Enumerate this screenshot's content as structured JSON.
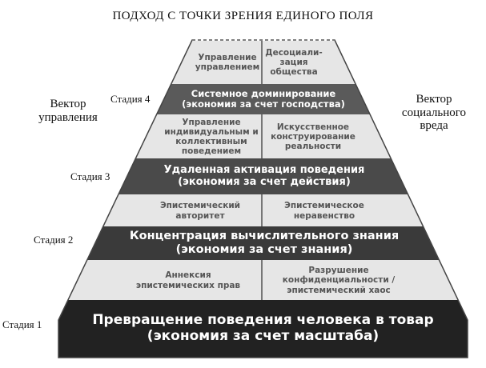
{
  "title": "ПОДХОД С ТОЧКИ ЗРЕНИЯ ЕДИНОГО ПОЛЯ",
  "left_axis": "Вектор управления",
  "right_axis": "Вектор социального вреда",
  "stages": [
    {
      "label": "Стадия 4",
      "band": [
        "Системное доминирование",
        "(экономия за счет господства)"
      ],
      "left": "Управление управлением",
      "right": "Десоциали-зация общества"
    },
    {
      "label": "Стадия 3",
      "band": [
        "Удаленная активация поведения",
        "(экономия за счет действия)"
      ],
      "left": "Управление индивидуальным и коллективным поведением",
      "right": "Искусственное конструирование реальности"
    },
    {
      "label": "Стадия 2",
      "band": [
        "Концентрация вычислительного знания",
        "(экономия за счет знания)"
      ],
      "left": "Эпистемический авторитет",
      "right": "Эпистемическое неравенство"
    },
    {
      "label": "Стадия 1",
      "band": [
        "Превращение поведения человека в товар",
        "(экономия за счет масштаба)"
      ],
      "left": "Аннексия эпистемических прав",
      "right": "Разрушение конфиденциальности / эпистемический хаос"
    }
  ],
  "colors": {
    "cell": "#e6e6e6",
    "band4": "#5a5a5a",
    "band3": "#4a4a4a",
    "band2": "#3a3a3a",
    "band1": "#222222"
  }
}
